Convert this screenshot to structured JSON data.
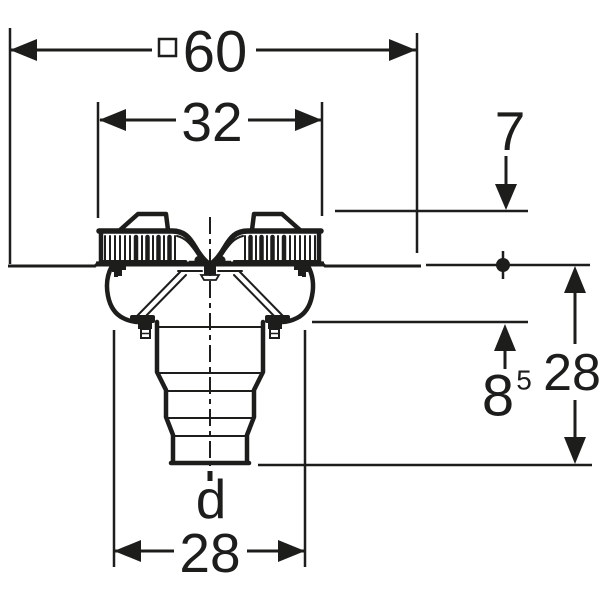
{
  "figure": {
    "background_color": "#ffffff",
    "line_color": "#1d1d1b",
    "dimensions": {
      "overall_square_width": "60",
      "grate_width": "32",
      "height_above_membrane": "7",
      "installation_depth": "28",
      "membrane_to_clamp_depth_main": "8",
      "membrane_to_clamp_depth_superscript": "5",
      "body_width": "28",
      "outlet_diameter_label": "d"
    }
  }
}
